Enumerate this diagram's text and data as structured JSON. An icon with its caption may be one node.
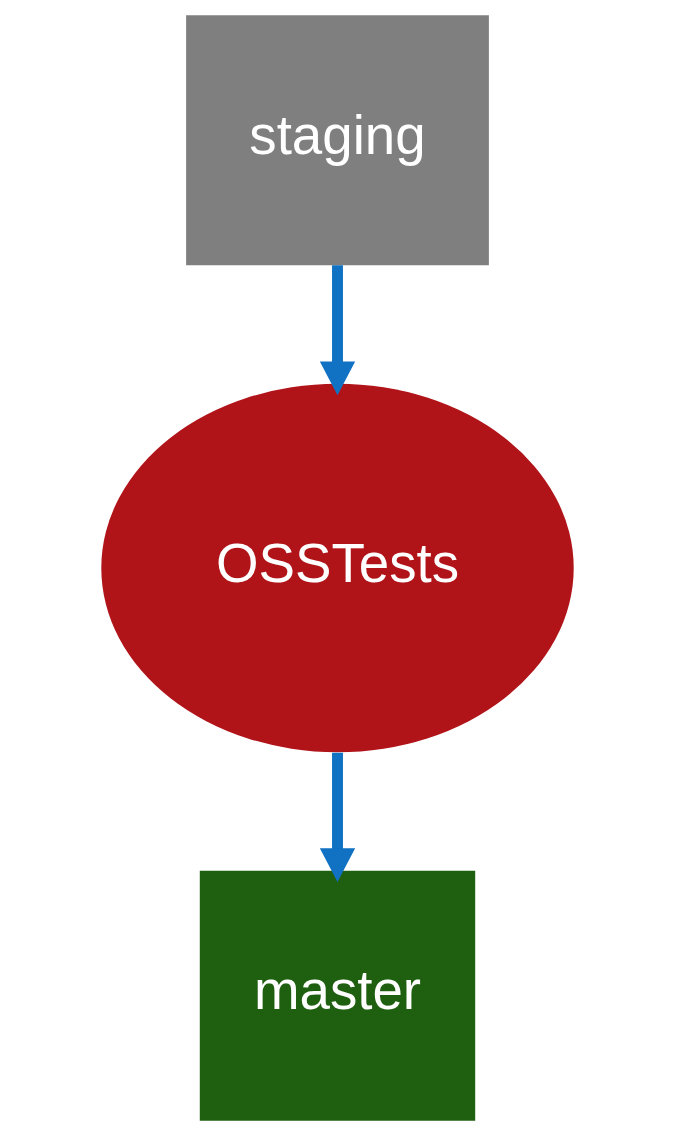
{
  "diagram": {
    "nodes": [
      {
        "text": [
          "staging"
        ]
      },
      {
        "text": [
          "OSSTests"
        ]
      },
      {
        "text": [
          "master"
        ]
      }
    ],
    "edges": [
      {
        "from": 0,
        "to": 1,
        "arrow": "to"
      },
      {
        "from": 1,
        "to": 2,
        "arrow": "to"
      }
    ]
  }
}
